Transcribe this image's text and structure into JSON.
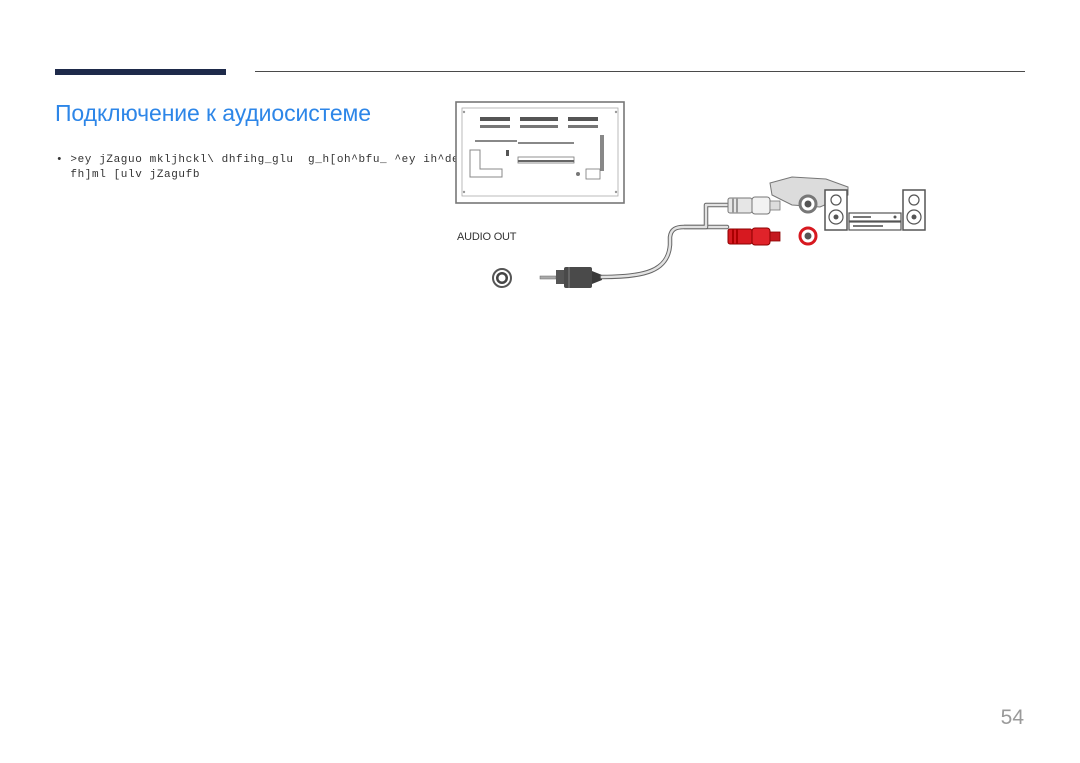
{
  "page": {
    "title": "Подключение к аудиосистеме",
    "body_line_1": "• >ey jZaguo mkljhckl\\ dhfihg_glu  g_h[oh^bfu_ ^ey ih^dexq_gby",
    "body_line_2": "  fh]ml [ulv jZagufb",
    "page_number": "54"
  },
  "diagram": {
    "port_label": "AUDIO OUT",
    "icons": [
      "display-back-panel-icon",
      "audio-jack-icon",
      "stereo-to-rca-cable-icon",
      "rca-plugs-icon",
      "audio-system-icon"
    ]
  },
  "colors": {
    "accent": "#2d86e8",
    "header_bar": "#1e2a4a",
    "rca_red": "#d71920",
    "rca_white": "#e6e6e6"
  }
}
